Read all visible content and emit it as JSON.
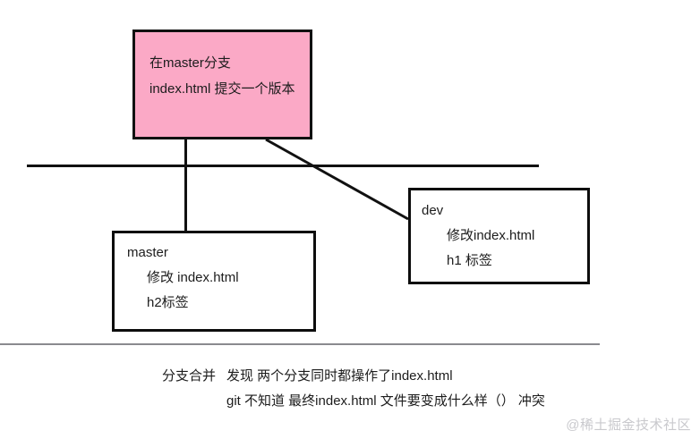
{
  "diagram": {
    "commit_box": {
      "line_1": "在master分支",
      "line_2": "index.html  提交一个版本",
      "fill_color": "#fba9c6",
      "border_color": "#111111"
    },
    "master_box": {
      "line_1": "master",
      "line_2": "修改 index.html",
      "line_3": "h2标签",
      "border_color": "#111111"
    },
    "dev_box": {
      "line_1": "dev",
      "line_2": "修改index.html",
      "line_3": "h1 标签",
      "border_color": "#111111"
    },
    "timeline": {
      "top_line_color": "#111111",
      "bottom_divider_color": "#8a8a8f"
    },
    "connectors": {
      "master_branch_label": "master-branch-connector",
      "dev_branch_label": "dev-branch-connector",
      "color": "#111111"
    }
  },
  "caption": {
    "label": "分支合并",
    "line_1": "发现 两个分支同时都操作了index.html",
    "line_2": "git 不知道 最终index.html 文件要变成什么样（） 冲突"
  },
  "watermark": {
    "text": "@稀土掘金技术社区",
    "color": "#c9c9cd"
  }
}
